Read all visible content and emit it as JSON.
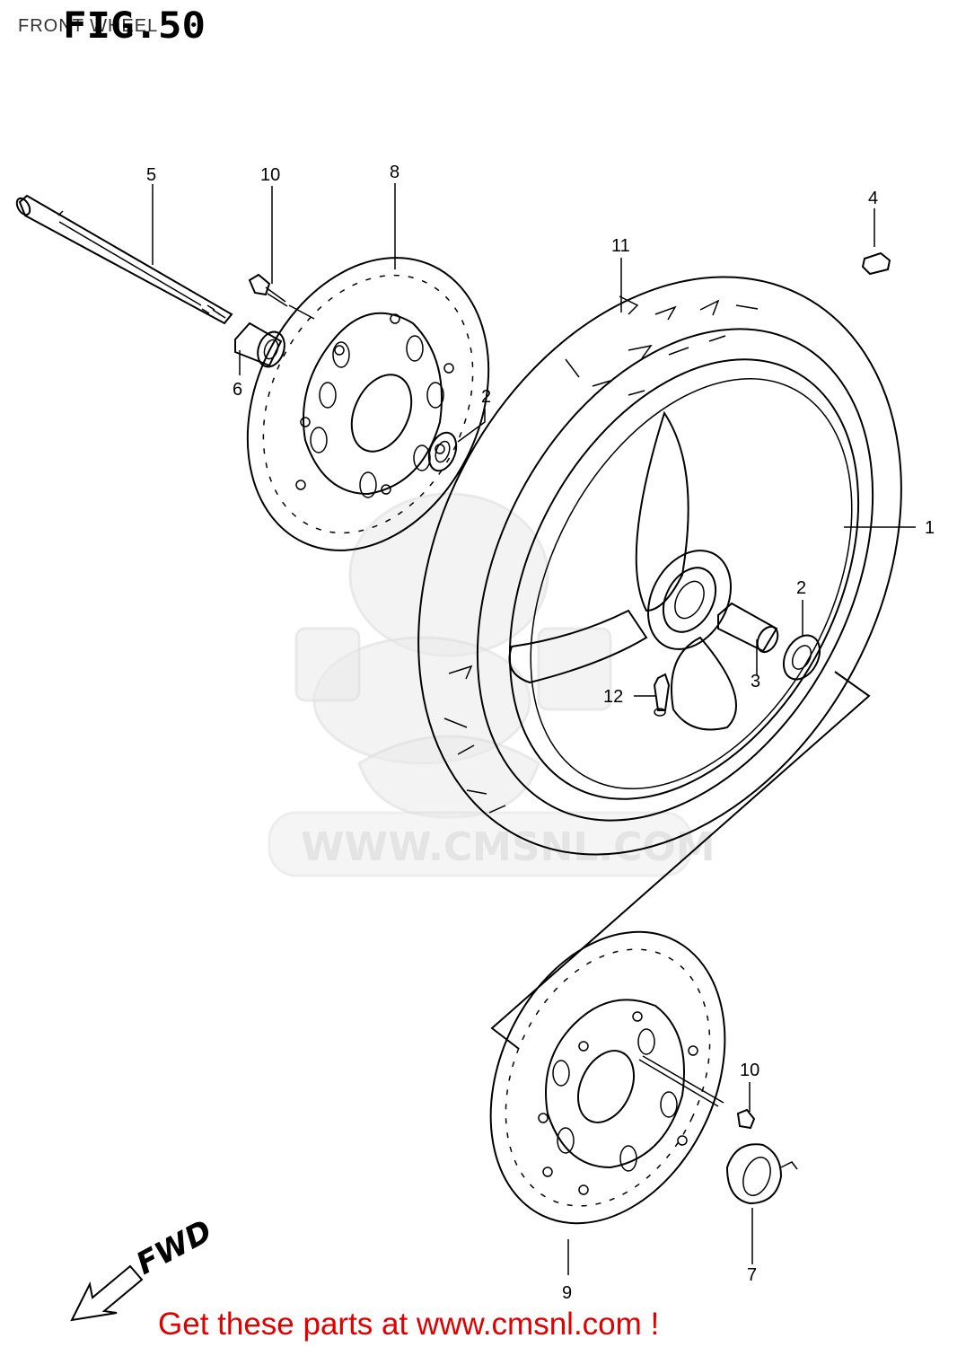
{
  "header": {
    "page_title": "FRONT WHEEL",
    "figure_label": "FIG.50"
  },
  "watermark": {
    "text": "WWW.CMSNL.COM"
  },
  "callouts": {
    "axle": "5",
    "bolt_top": "10",
    "disc_top": "8",
    "valve_cap": "4",
    "tire": "11",
    "spacer": "6",
    "bearing_left": "2",
    "wheel": "1",
    "bearing_right": "2",
    "collar": "3",
    "valve": "12",
    "bolt_bottom": "10",
    "disc_bottom": "9",
    "hub_cap": "7"
  },
  "direction_marker": {
    "label": "FWD"
  },
  "footer": {
    "link_text": "Get these parts at www.cmsnl.com !"
  }
}
